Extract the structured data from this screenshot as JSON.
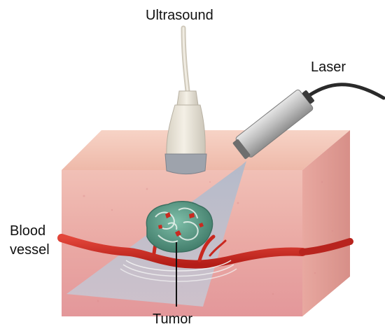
{
  "labels": {
    "ultrasound": "Ultrasound",
    "laser": "Laser",
    "blood_vessel_line1": "Blood",
    "blood_vessel_line2": "vessel",
    "tumor": "Tumor"
  },
  "colors": {
    "skin_top": "#f2c4b8",
    "skin_front": "#efb2ad",
    "skin_side": "#e29e96",
    "vessel": "#cc2a22",
    "tumor": "#5a9a86",
    "laser_beam": "#b9c6d8",
    "probe": "#e9e4d8",
    "laser_body": "#c7c7c7"
  }
}
